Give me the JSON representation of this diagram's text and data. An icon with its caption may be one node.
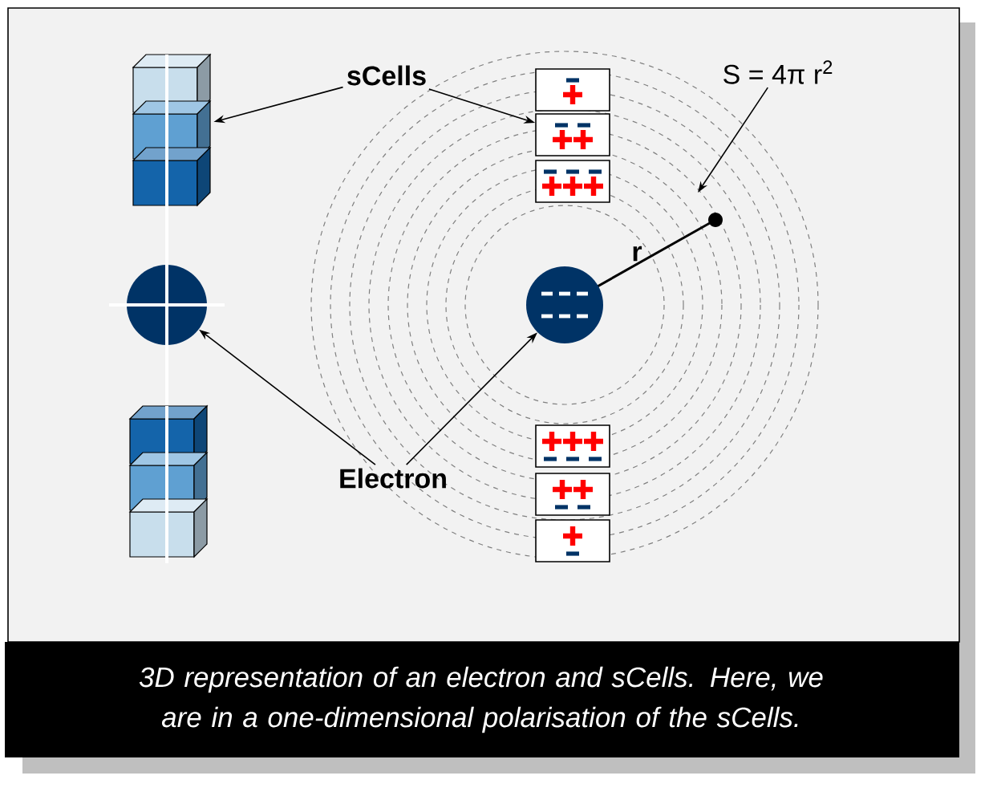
{
  "diagram": {
    "caption": "3D representation of an electron and sCells. Here, we are in a one-dimensional polarisation of the sCells.",
    "nodes": [
      {
        "text": [
          "sCells"
        ]
      },
      {
        "text": [
          "S = 4π r$^{2}$"
        ]
      },
      {
        "text": [],
        "shape": "box"
      },
      {
        "text": [],
        "shape": "circle"
      },
      {
        "text": [],
        "shape": "box"
      },
      {
        "text": [],
        "shape": "box"
      },
      {
        "text": [],
        "shape": "box"
      },
      {
        "text": [],
        "shape": "box"
      },
      {
        "text": [],
        "shape": "circle"
      },
      {
        "text": [
          "Electron"
        ]
      },
      {
        "text": [],
        "shape": "box"
      },
      {
        "text": [],
        "shape": "box"
      },
      {
        "text": [],
        "shape": "box"
      }
    ],
    "edges": [
      {
        "from": 0,
        "to": 2,
        "arrow": "to"
      },
      {
        "from": 0,
        "to": 6,
        "arrow": "to"
      },
      {
        "from": 1,
        "to": null,
        "arrow": "to"
      },
      {
        "from": 9,
        "to": 3,
        "arrow": "to"
      },
      {
        "from": 9,
        "to": 8,
        "arrow": "to"
      }
    ],
    "labels": [
      "r"
    ]
  }
}
